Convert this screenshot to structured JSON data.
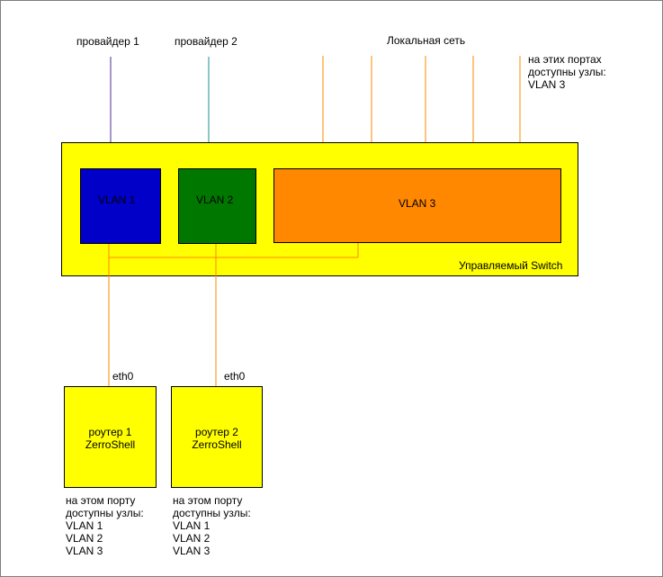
{
  "diagram": {
    "providers": [
      "провайдер 1",
      "провайдер 2"
    ],
    "local_network": "Локальная сеть",
    "vlan3_ports_note": "на этих портах\nдоступны узлы:\nVLAN 3",
    "switch_label": "Управляемый Switch",
    "vlans": [
      "VLAN 1",
      "VLAN 2",
      "VLAN 3"
    ],
    "routers": [
      {
        "port": "eth0",
        "name": "роутер 1\nZerroShell",
        "note": "на этом порту\nдоступны узлы:\nVLAN 1\nVLAN 2\nVLAN 3"
      },
      {
        "port": "eth0",
        "name": "роутер 2\nZerroShell",
        "note": "на этом порту\nдоступны узлы:\nVLAN 1\nVLAN 2\nVLAN 3"
      }
    ],
    "colors": {
      "switch": "#ffff00",
      "vlan1": "#0000c8",
      "vlan2": "#007800",
      "vlan3": "#ff8800",
      "provider1_line": "#4b2d8c",
      "provider2_line": "#1f8f8f",
      "lan_line": "#ff8800"
    }
  }
}
